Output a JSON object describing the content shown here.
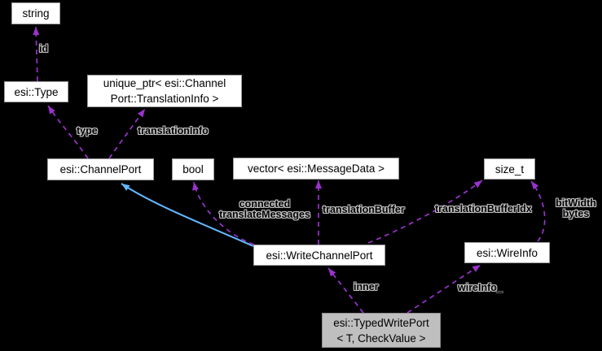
{
  "diagram": {
    "title": "esi::TypedWritePort collaboration diagram",
    "colors": {
      "background": "#000000",
      "usage_edge": "#9a32cd",
      "inheritance_edge": "#63b8ff",
      "node_fill": "#ffffff",
      "node_border": "#9e9e9e",
      "highlight_node_fill": "#bfbfbf",
      "node_text": "#000000",
      "edge_label_text": "#000000",
      "edge_label_halo": "#c2c2c2"
    },
    "nodes": {
      "string": {
        "label": "string"
      },
      "esi_type": {
        "label": "esi::Type"
      },
      "unique_ptr": {
        "line1": "unique_ptr< esi::Channel",
        "line2": "Port::TranslationInfo >"
      },
      "channel_port": {
        "label": "esi::ChannelPort"
      },
      "bool": {
        "label": "bool"
      },
      "vector": {
        "label": "vector< esi::MessageData >"
      },
      "size_t": {
        "label": "size_t"
      },
      "write_channel_port": {
        "label": "esi::WriteChannelPort"
      },
      "wire_info": {
        "label": "esi::WireInfo"
      },
      "typed_write_port": {
        "line1": "esi::TypedWritePort",
        "line2": "< T, CheckValue >"
      }
    },
    "edge_labels": {
      "id": "id",
      "type": "type",
      "translation_info": "translationInfo",
      "connected_line1": "connected",
      "connected_line2": "translateMessages",
      "translation_buffer": "translationBuffer",
      "translation_buffer_idx": "translationBufferIdx",
      "bit_width_line1": "bitWidth",
      "bit_width_line2": "bytes",
      "inner": "inner",
      "wire_info_": "wireInfo_"
    },
    "relations": [
      {
        "from": "esi::Type",
        "to": "string",
        "label": "id",
        "style": "dashed-usage"
      },
      {
        "from": "esi::ChannelPort",
        "to": "esi::Type",
        "label": "type",
        "style": "dashed-usage"
      },
      {
        "from": "esi::ChannelPort",
        "to": "unique_ptr< esi::ChannelPort::TranslationInfo >",
        "label": "translationInfo",
        "style": "dashed-usage"
      },
      {
        "from": "esi::WriteChannelPort",
        "to": "bool",
        "label": "connected translateMessages",
        "style": "dashed-usage"
      },
      {
        "from": "esi::WriteChannelPort",
        "to": "vector< esi::MessageData >",
        "label": "translationBuffer",
        "style": "dashed-usage"
      },
      {
        "from": "esi::WriteChannelPort",
        "to": "size_t",
        "label": "translationBufferIdx",
        "style": "dashed-usage"
      },
      {
        "from": "esi::WriteChannelPort",
        "to": "esi::ChannelPort",
        "label": "",
        "style": "solid-inheritance"
      },
      {
        "from": "esi::WireInfo",
        "to": "size_t",
        "label": "bitWidth bytes",
        "style": "dashed-usage"
      },
      {
        "from": "esi::TypedWritePort< T, CheckValue >",
        "to": "esi::WriteChannelPort",
        "label": "inner",
        "style": "dashed-usage"
      },
      {
        "from": "esi::TypedWritePort< T, CheckValue >",
        "to": "esi::WireInfo",
        "label": "wireInfo_",
        "style": "dashed-usage"
      }
    ]
  }
}
